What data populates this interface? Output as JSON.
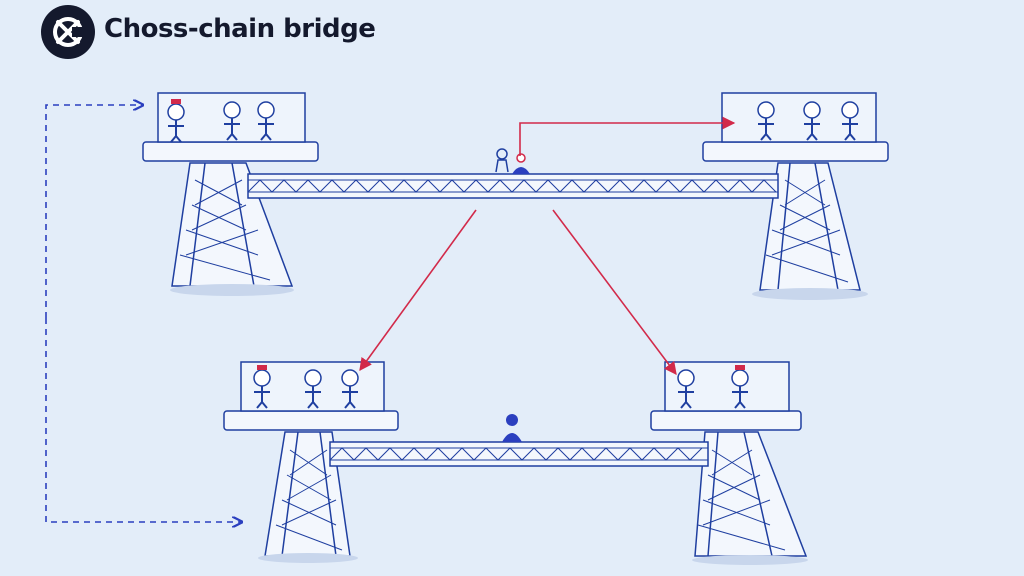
{
  "header": {
    "title": "Choss-chain bridge",
    "logo_icon": "cross-chain-logo-icon"
  },
  "colors": {
    "ink": "#1f3fa0",
    "accent_red": "#d22a4a",
    "dashed_link": "#2b3fbf",
    "background": "#e3edf9",
    "logo_bg": "#14192d"
  },
  "diagram": {
    "bridges": [
      {
        "name": "top-bridge",
        "left_panel_figures": 3,
        "right_panel_figures": 3,
        "deck_figures": 2
      },
      {
        "name": "bottom-bridge",
        "left_panel_figures": 3,
        "right_panel_figures": 2,
        "deck_figures": 1
      }
    ],
    "connections": [
      {
        "from": "top-bridge-deck",
        "to": "top-right-panel",
        "style": "solid-red"
      },
      {
        "from": "top-bridge-deck",
        "to": "bottom-left-panel",
        "style": "solid-red"
      },
      {
        "from": "top-bridge-deck",
        "to": "bottom-right-panel",
        "style": "solid-red"
      },
      {
        "from": "left-margin",
        "to": "top-left-panel",
        "style": "dashed-blue"
      },
      {
        "from": "left-margin",
        "to": "bottom-left-panel",
        "style": "dashed-blue"
      }
    ]
  }
}
